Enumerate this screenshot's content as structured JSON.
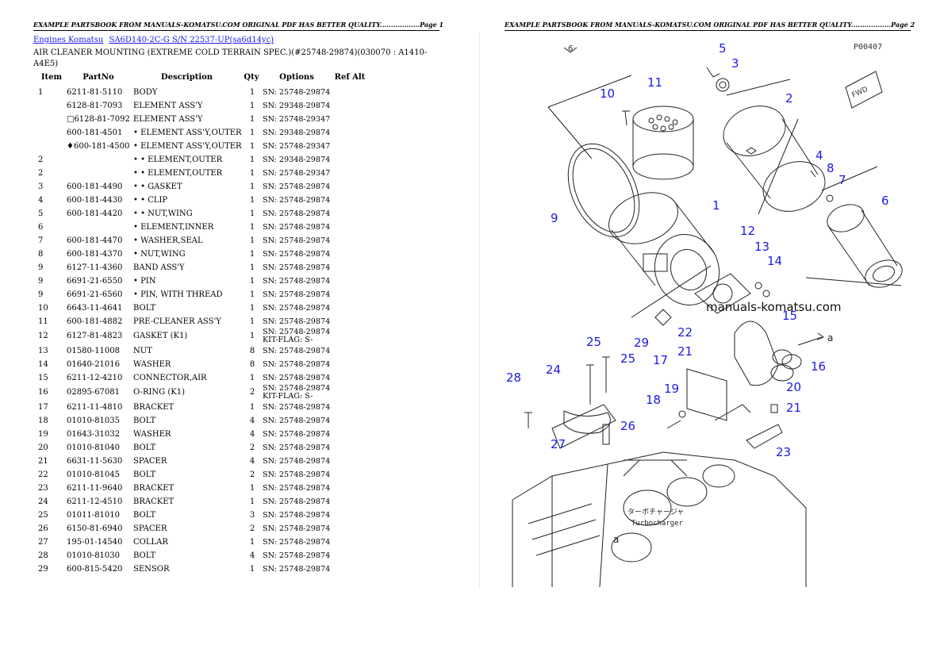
{
  "page1_header": "EXAMPLE PARTSBOOK FROM MANUALS-KOMATSU.COM ORIGINAL PDF HAS BETTER QUALITY..................Page 1",
  "page2_header": "EXAMPLE PARTSBOOK FROM MANUALS-KOMATSU.COM ORIGINAL PDF HAS BETTER QUALITY..................Page 2",
  "breadcrumb": {
    "link1": "Engines Komatsu",
    "link2": "SA6D140-2C-G S/N 22537-UP(sa6d14yc)"
  },
  "title_line1": "AIR CLEANER MOUNTING (EXTREME COLD TERRAIN SPEC.)(#25748-29874)(030070 : A1410-",
  "title_line2": "A4E5)",
  "columns": {
    "item": "Item",
    "partno": "PartNo",
    "description": "Description",
    "qty": "Qty",
    "options": "Options",
    "refalt": "Ref Alt"
  },
  "rows": [
    {
      "item": "1",
      "part": "6211-81-5110",
      "desc": "BODY",
      "qty": "1",
      "opt": "SN: 25748-29874",
      "opt2": ""
    },
    {
      "item": "",
      "part": "6128-81-7093",
      "desc": "ELEMENT ASS'Y",
      "qty": "1",
      "opt": "SN: 29348-29874",
      "opt2": ""
    },
    {
      "item": "",
      "part": "□6128-81-7092",
      "desc": "ELEMENT ASS'Y",
      "qty": "1",
      "opt": "SN: 25748-29347",
      "opt2": ""
    },
    {
      "item": "",
      "part": "600-181-4501",
      "desc": "• ELEMENT ASS'Y,OUTER",
      "qty": "1",
      "opt": "SN: 29348-29874",
      "opt2": ""
    },
    {
      "item": "",
      "part": "♦600-181-4500",
      "desc": "• ELEMENT ASS'Y,OUTER",
      "qty": "1",
      "opt": "SN: 25748-29347",
      "opt2": ""
    },
    {
      "item": "2",
      "part": "",
      "desc": "• • ELEMENT,OUTER",
      "qty": "1",
      "opt": "SN: 29348-29874",
      "opt2": ""
    },
    {
      "item": "2",
      "part": "",
      "desc": "• • ELEMENT,OUTER",
      "qty": "1",
      "opt": "SN: 25748-29347",
      "opt2": ""
    },
    {
      "item": "3",
      "part": "600-181-4490",
      "desc": "• • GASKET",
      "qty": "1",
      "opt": "SN: 25748-29874",
      "opt2": ""
    },
    {
      "item": "4",
      "part": "600-181-4430",
      "desc": "• • CLIP",
      "qty": "1",
      "opt": "SN: 25748-29874",
      "opt2": ""
    },
    {
      "item": "5",
      "part": "600-181-4420",
      "desc": "• • NUT,WING",
      "qty": "1",
      "opt": "SN: 25748-29874",
      "opt2": ""
    },
    {
      "item": "6",
      "part": "",
      "desc": "• ELEMENT,INNER",
      "qty": "1",
      "opt": "SN: 25748-29874",
      "opt2": ""
    },
    {
      "item": "7",
      "part": "600-181-4470",
      "desc": "• WASHER,SEAL",
      "qty": "1",
      "opt": "SN: 25748-29874",
      "opt2": ""
    },
    {
      "item": "8",
      "part": "600-181-4370",
      "desc": "• NUT,WING",
      "qty": "1",
      "opt": "SN: 25748-29874",
      "opt2": ""
    },
    {
      "item": "9",
      "part": "6127-11-4360",
      "desc": "BAND ASS'Y",
      "qty": "1",
      "opt": "SN: 25748-29874",
      "opt2": ""
    },
    {
      "item": "9",
      "part": "6691-21-6550",
      "desc": "• PIN",
      "qty": "1",
      "opt": "SN: 25748-29874",
      "opt2": ""
    },
    {
      "item": "9",
      "part": "6691-21-6560",
      "desc": "• PIN, WITH THREAD",
      "qty": "1",
      "opt": "SN: 25748-29874",
      "opt2": ""
    },
    {
      "item": "10",
      "part": "6643-11-4641",
      "desc": "BOLT",
      "qty": "1",
      "opt": "SN: 25748-29874",
      "opt2": ""
    },
    {
      "item": "11",
      "part": "600-181-4882",
      "desc": "PRE-CLEANER ASS'Y",
      "qty": "1",
      "opt": "SN: 25748-29874",
      "opt2": ""
    },
    {
      "item": "12",
      "part": "6127-81-4823",
      "desc": "GASKET (K1)",
      "qty": "1",
      "opt": "SN: 25748-29874",
      "opt2": "KIT-FLAG: S-"
    },
    {
      "item": "13",
      "part": "01580-11008",
      "desc": "NUT",
      "qty": "8",
      "opt": "SN: 25748-29874",
      "opt2": ""
    },
    {
      "item": "14",
      "part": "01640-21016",
      "desc": "WASHER",
      "qty": "8",
      "opt": "SN: 25748-29874",
      "opt2": ""
    },
    {
      "item": "15",
      "part": "6211-12-4210",
      "desc": "CONNECTOR,AIR",
      "qty": "1",
      "opt": "SN: 25748-29874",
      "opt2": ""
    },
    {
      "item": "16",
      "part": "02895-67081",
      "desc": "O-RING (K1)",
      "qty": "2",
      "opt": "SN: 25748-29874",
      "opt2": "KIT-FLAG: S-"
    },
    {
      "item": "17",
      "part": "6211-11-4810",
      "desc": "BRACKET",
      "qty": "1",
      "opt": "SN: 25748-29874",
      "opt2": ""
    },
    {
      "item": "18",
      "part": "01010-81035",
      "desc": "BOLT",
      "qty": "4",
      "opt": "SN: 25748-29874",
      "opt2": ""
    },
    {
      "item": "19",
      "part": "01643-31032",
      "desc": "WASHER",
      "qty": "4",
      "opt": "SN: 25748-29874",
      "opt2": ""
    },
    {
      "item": "20",
      "part": "01010-81040",
      "desc": "BOLT",
      "qty": "2",
      "opt": "SN: 25748-29874",
      "opt2": ""
    },
    {
      "item": "21",
      "part": "6631-11-5630",
      "desc": "SPACER",
      "qty": "4",
      "opt": "SN: 25748-29874",
      "opt2": ""
    },
    {
      "item": "22",
      "part": "01010-81045",
      "desc": "BOLT",
      "qty": "2",
      "opt": "SN: 25748-29874",
      "opt2": ""
    },
    {
      "item": "23",
      "part": "6211-11-9640",
      "desc": "BRACKET",
      "qty": "1",
      "opt": "SN: 25748-29874",
      "opt2": ""
    },
    {
      "item": "24",
      "part": "6211-12-4510",
      "desc": "BRACKET",
      "qty": "1",
      "opt": "SN: 25748-29874",
      "opt2": ""
    },
    {
      "item": "25",
      "part": "01011-81010",
      "desc": "BOLT",
      "qty": "3",
      "opt": "SN: 25748-29874",
      "opt2": ""
    },
    {
      "item": "26",
      "part": "6150-81-6940",
      "desc": "SPACER",
      "qty": "2",
      "opt": "SN: 25748-29874",
      "opt2": ""
    },
    {
      "item": "27",
      "part": "195-01-14540",
      "desc": "COLLAR",
      "qty": "1",
      "opt": "SN: 25748-29874",
      "opt2": ""
    },
    {
      "item": "28",
      "part": "01010-81030",
      "desc": "BOLT",
      "qty": "4",
      "opt": "SN: 25748-29874",
      "opt2": ""
    },
    {
      "item": "29",
      "part": "600-815-5420",
      "desc": "SENSOR",
      "qty": "1",
      "opt": "SN: 25748-29874",
      "opt2": ""
    }
  ],
  "diagram": {
    "watermark": "manuals-komatsu.com",
    "drawing_code": "P00407",
    "corner_mark": "6",
    "fwd_label": "FWD",
    "arrow_label_a": "a",
    "turbo_jp": "ターボチャージャ",
    "turbo_en": "Turbocharger",
    "callouts": [
      "1",
      "2",
      "3",
      "4",
      "5",
      "6",
      "7",
      "8",
      "9",
      "10",
      "11",
      "12",
      "13",
      "14",
      "15",
      "16",
      "17",
      "18",
      "19",
      "20",
      "21",
      "21",
      "22",
      "23",
      "24",
      "25",
      "25",
      "26",
      "27",
      "28",
      "29"
    ]
  }
}
